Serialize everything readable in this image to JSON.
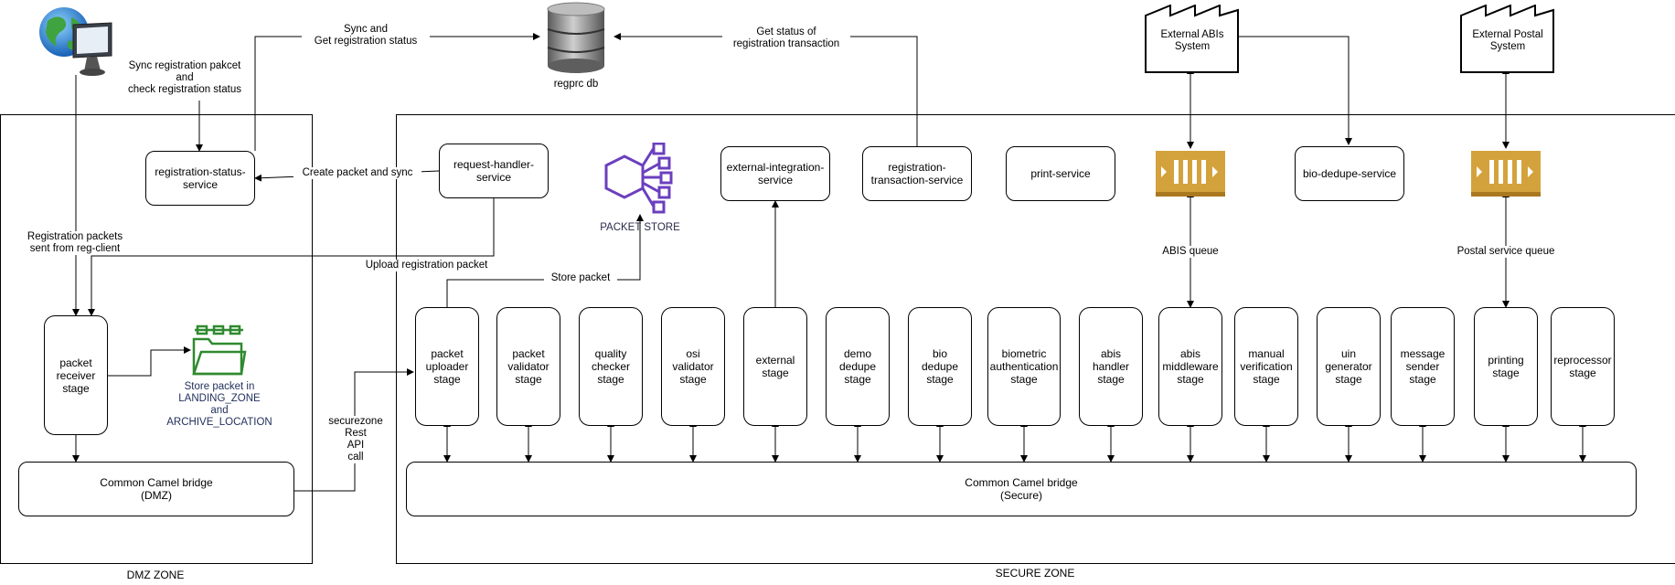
{
  "zones": {
    "dmz": "DMZ ZONE",
    "secure": "SECURE ZONE"
  },
  "top": {
    "db_label": "regprc db",
    "client_icon": "computer-globe-icon",
    "db_icon": "database-icon",
    "abis_system": "External ABIs\nSystem",
    "postal_system": "External Postal\nSystem",
    "factory_icon": "factory-icon"
  },
  "services": {
    "registration_status": "registration-status-\nservice",
    "request_handler": "request-handler-\nservice",
    "packet_store": "PACKET STORE",
    "external_integration": "external-integration-\nservice",
    "registration_transaction": "registration-\ntransaction-service",
    "print": "print-service",
    "bio_dedupe": "bio-dedupe-service"
  },
  "queues": {
    "abis": "ABIS queue",
    "postal": "Postal service queue",
    "queue_icon": "queue-icon"
  },
  "dmz": {
    "packet_receiver": "packet\nreceiver\nstage",
    "store_packet": "Store packet in\nLANDING_ZONE\nand\nARCHIVE_LOCATION",
    "camel_bridge": "Common Camel bridge\n(DMZ)",
    "folder_icon": "folder-chip-icon"
  },
  "secure": {
    "camel_bridge": "Common Camel bridge\n(Secure)",
    "stages": [
      "packet\nuploader\nstage",
      "packet\nvalidator\nstage",
      "quality\nchecker\nstage",
      "osi\nvalidator\nstage",
      "external\nstage",
      "demo\ndedupe\nstage",
      "bio\ndedupe\nstage",
      "biometric\nauthentication\nstage",
      "abis\nhandler\nstage",
      "abis\nmiddleware\nstage",
      "manual\nverification\nstage",
      "uin\ngenerator\nstage",
      "message\nsender\nstage",
      "printing\nstage",
      "reprocessor\nstage"
    ]
  },
  "edges": {
    "sync_status": "Sync registration pakcet\nand\ncheck registration status",
    "sync_get": "Sync and\nGet registration status",
    "get_status_txn": "Get status of\nregistration transaction",
    "create_packet": "Create packet and sync",
    "packets_sent": "Registration packets\nsent from reg-client",
    "upload_packet": "Upload registration packet",
    "store_packet": "Store packet",
    "securezone_api": "securezone\nRest\nAPI\ncall"
  },
  "colors": {
    "packet_store": "#6b3fbf",
    "queue": "#d4a23c",
    "folder": "#2f8a2f",
    "db": "#7a7a7a"
  }
}
